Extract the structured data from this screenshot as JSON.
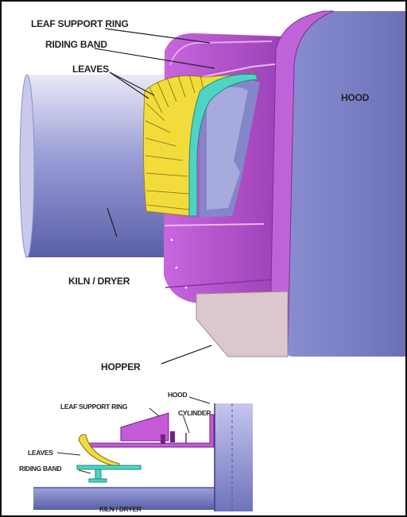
{
  "labels": {
    "leaf_support_ring": "LEAF SUPPORT RING",
    "riding_band": "RIDING BAND",
    "leaves": "LEAVES",
    "hood": "HOOD",
    "kiln_dryer": "KILN / DRYER",
    "hopper": "HOPPER"
  },
  "section_labels": {
    "hood": "HOOD",
    "leaf_support_ring": "LEAF SUPPORT RING",
    "cylinder": "CYLINDER",
    "leaves": "LEAVES",
    "riding_band": "RIDING BAND",
    "kiln_dryer": "KILN / DRYER"
  },
  "colors": {
    "hood": "#7a7fc4",
    "kiln": "#6b6fb2",
    "support_ring": "#b34fcc",
    "leaves": "#f2dc3c",
    "riding_band": "#4fd3c4",
    "hopper": "#dcc8cc"
  }
}
